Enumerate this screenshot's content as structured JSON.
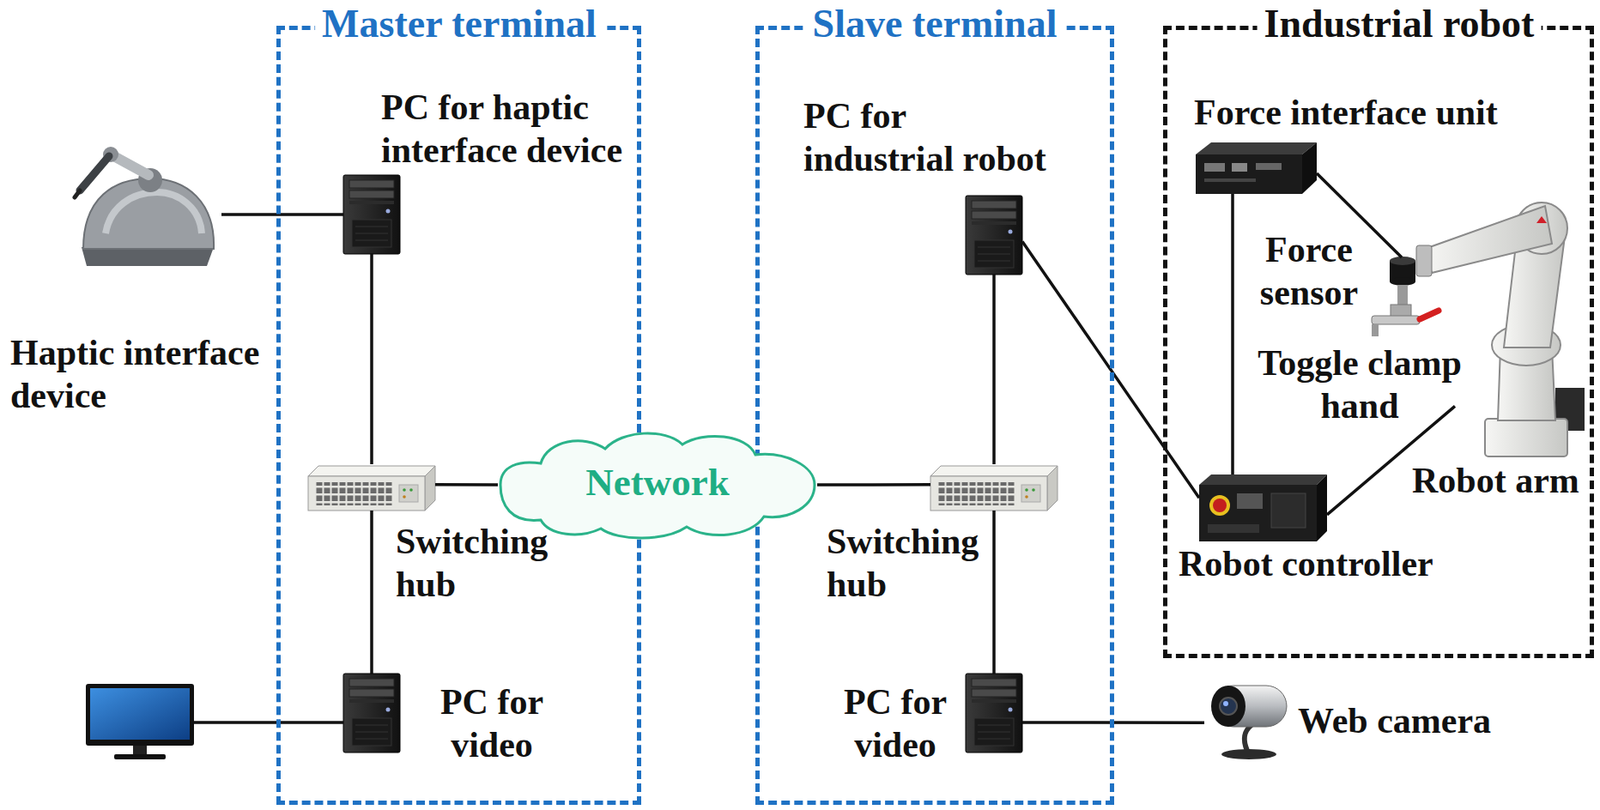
{
  "diagram": {
    "nodes": [
      {
        "text": [
          "Master terminal"
        ]
      },
      {
        "text": [
          "Slave terminal"
        ]
      },
      {
        "text": [
          "Industrial robot"
        ]
      },
      {
        "text": [
          "Haptic interface device"
        ]
      },
      {
        "text": [
          "PC for haptic interface device"
        ],
        "in": 0
      },
      {
        "text": [
          "Switching hub"
        ],
        "in": 0
      },
      {
        "text": [
          "PC for video"
        ],
        "in": 0
      },
      {
        "text": [
          "Network"
        ]
      },
      {
        "text": [
          "PC for industrial robot"
        ],
        "in": 1
      },
      {
        "text": [
          "Switching hub"
        ],
        "in": 1
      },
      {
        "text": [
          "PC for video"
        ],
        "in": 1
      },
      {
        "text": [
          "Web camera"
        ]
      },
      {
        "text": [
          "Force interface unit"
        ],
        "in": 2
      },
      {
        "text": [
          "Force sensor"
        ],
        "in": 2
      },
      {
        "text": [
          "Toggle clamp hand"
        ],
        "in": 2
      },
      {
        "text": [
          "Robot controller"
        ],
        "in": 2
      },
      {
        "text": [
          "Robot arm"
        ],
        "in": 2
      }
    ],
    "edges": [
      {
        "from": 3,
        "to": 4,
        "arrow": "none"
      },
      {
        "from": 4,
        "to": 5,
        "arrow": "none"
      },
      {
        "from": 5,
        "to": 6,
        "arrow": "none"
      },
      {
        "from": 5,
        "to": 7,
        "arrow": "none"
      },
      {
        "from": 7,
        "to": 9,
        "arrow": "none"
      },
      {
        "from": 8,
        "to": 9,
        "arrow": "none"
      },
      {
        "from": 9,
        "to": 10,
        "arrow": "none"
      },
      {
        "from": 10,
        "to": 11,
        "arrow": "none"
      },
      {
        "from": 8,
        "to": 15,
        "arrow": "none"
      },
      {
        "from": 12,
        "to": 13,
        "arrow": "none"
      },
      {
        "from": 12,
        "to": 15,
        "arrow": "none"
      },
      {
        "from": 15,
        "to": 16,
        "arrow": "none"
      }
    ]
  }
}
